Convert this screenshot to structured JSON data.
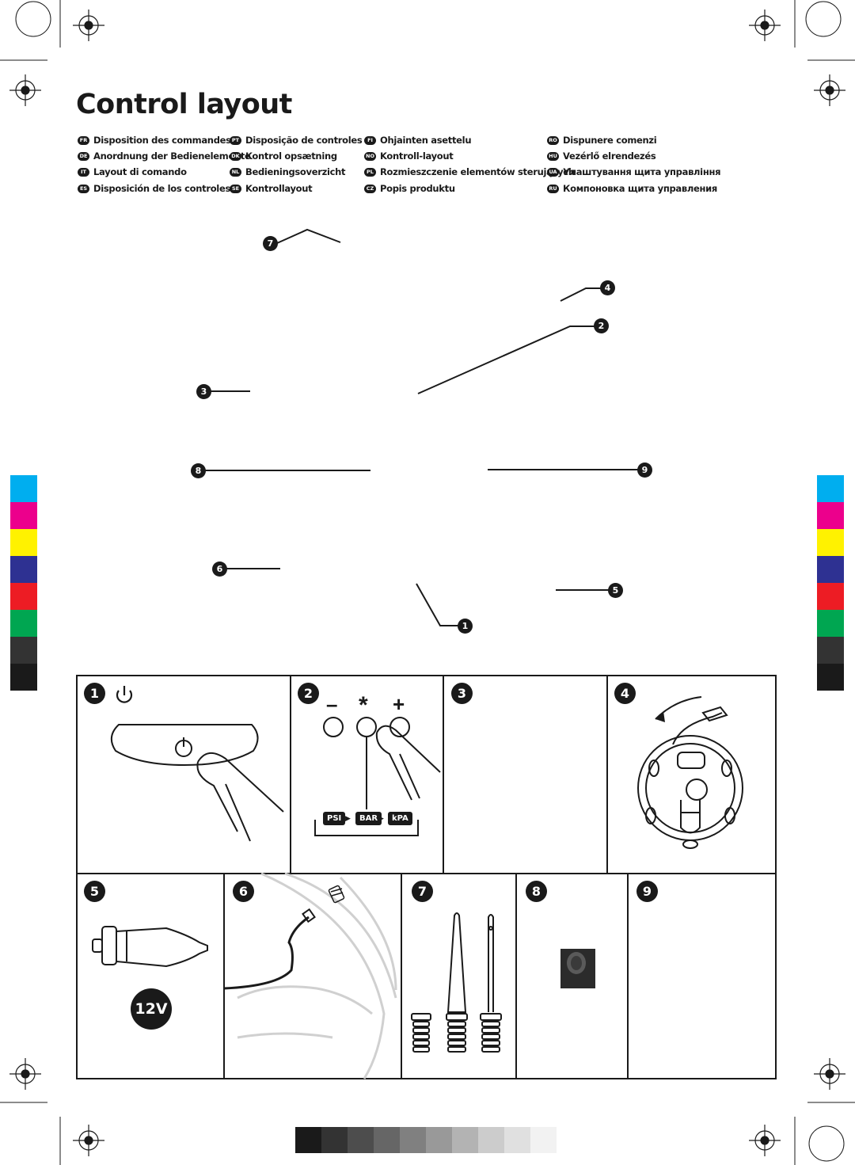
{
  "title": "Control layout",
  "languages": [
    {
      "code": "FR",
      "text": "Disposition des commandes"
    },
    {
      "code": "DE",
      "text": "Anordnung der Bedienelemente"
    },
    {
      "code": "IT",
      "text": "Layout di comando"
    },
    {
      "code": "ES",
      "text": "Disposición de los controles"
    },
    {
      "code": "PT",
      "text": "Disposição de controles"
    },
    {
      "code": "DK",
      "text": "Kontrol opsætning"
    },
    {
      "code": "NL",
      "text": "Bedieningsoverzicht"
    },
    {
      "code": "SE",
      "text": "Kontrollayout"
    },
    {
      "code": "FI",
      "text": "Ohjainten asettelu"
    },
    {
      "code": "NO",
      "text": "Kontroll-layout"
    },
    {
      "code": "PL",
      "text": "Rozmieszczenie elementów sterujących"
    },
    {
      "code": "CZ",
      "text": "Popis produktu"
    },
    {
      "code": "RO",
      "text": "Dispunere comenzi"
    },
    {
      "code": "HU",
      "text": "Vezérlő elrendezés"
    },
    {
      "code": "UA",
      "text": "Улаштування  щита управління"
    },
    {
      "code": "RU",
      "text": "Компоновка щита управления"
    }
  ],
  "callouts": [
    "7",
    "4",
    "2",
    "3",
    "8",
    "9",
    "6",
    "5",
    "1"
  ],
  "panels": [
    "1",
    "2",
    "3",
    "4",
    "5",
    "6",
    "7",
    "8",
    "9"
  ],
  "panel2": {
    "minus": "–",
    "star": "*",
    "plus": "+",
    "units": [
      "PSI",
      "BAR",
      "kPA"
    ]
  },
  "panel5": {
    "voltage": "12V"
  },
  "colors": {
    "registration": [
      "#00aeef",
      "#ec008c",
      "#fff200",
      "#2e3192",
      "#ed1c24",
      "#00a651",
      "#333333",
      "#1a1a1a"
    ],
    "grayscale": [
      "#1a1a1a",
      "#333333",
      "#4d4d4d",
      "#666666",
      "#808080",
      "#999999",
      "#b3b3b3",
      "#cccccc",
      "#e0e0e0",
      "#f2f2f2"
    ]
  }
}
